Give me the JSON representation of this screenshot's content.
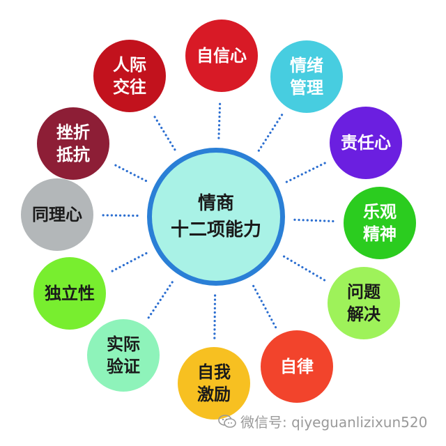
{
  "colors": {
    "center_fill": "#a9f2e6",
    "center_border": "#2a7fd6",
    "connector": "#2b6ed0"
  },
  "center": {
    "lines": [
      "情商",
      "十二项能力"
    ]
  },
  "nodes": [
    {
      "id": "self-confidence",
      "lines": [
        "自信心"
      ],
      "fill": "#d81a26",
      "text_color": "#ffffff"
    },
    {
      "id": "emotion-management",
      "lines": [
        "情绪",
        "管理"
      ],
      "fill": "#47cde0",
      "text_color": "#ffffff"
    },
    {
      "id": "responsibility",
      "lines": [
        "责任心"
      ],
      "fill": "#6b1fe0",
      "text_color": "#ffffff"
    },
    {
      "id": "optimism",
      "lines": [
        "乐观",
        "精神"
      ],
      "fill": "#2bcc1f",
      "text_color": "#ffffff"
    },
    {
      "id": "problem-solving",
      "lines": [
        "问题",
        "解决"
      ],
      "fill": "#9ef25a",
      "text_color": "#1a1a1a"
    },
    {
      "id": "self-discipline",
      "lines": [
        "自律"
      ],
      "fill": "#f2442c",
      "text_color": "#ffffff"
    },
    {
      "id": "self-motivation",
      "lines": [
        "自我",
        "激励"
      ],
      "fill": "#f7c021",
      "text_color": "#1a1a1a"
    },
    {
      "id": "practical-verification",
      "lines": [
        "实际",
        "验证"
      ],
      "fill": "#8ef3ba",
      "text_color": "#1a1a1a"
    },
    {
      "id": "independence",
      "lines": [
        "独立性"
      ],
      "fill": "#78ee2f",
      "text_color": "#1a1a1a"
    },
    {
      "id": "empathy",
      "lines": [
        "同理心"
      ],
      "fill": "#b3b7b9",
      "text_color": "#1a1a1a"
    },
    {
      "id": "frustration-resistance",
      "lines": [
        "挫折",
        "抵抗"
      ],
      "fill": "#8d1e36",
      "text_color": "#ffffff"
    },
    {
      "id": "interpersonal",
      "lines": [
        "人际",
        "交往"
      ],
      "fill": "#c2121d",
      "text_color": "#ffffff"
    }
  ],
  "watermark": {
    "text": "微信号: qiyeguanlizixun520"
  }
}
